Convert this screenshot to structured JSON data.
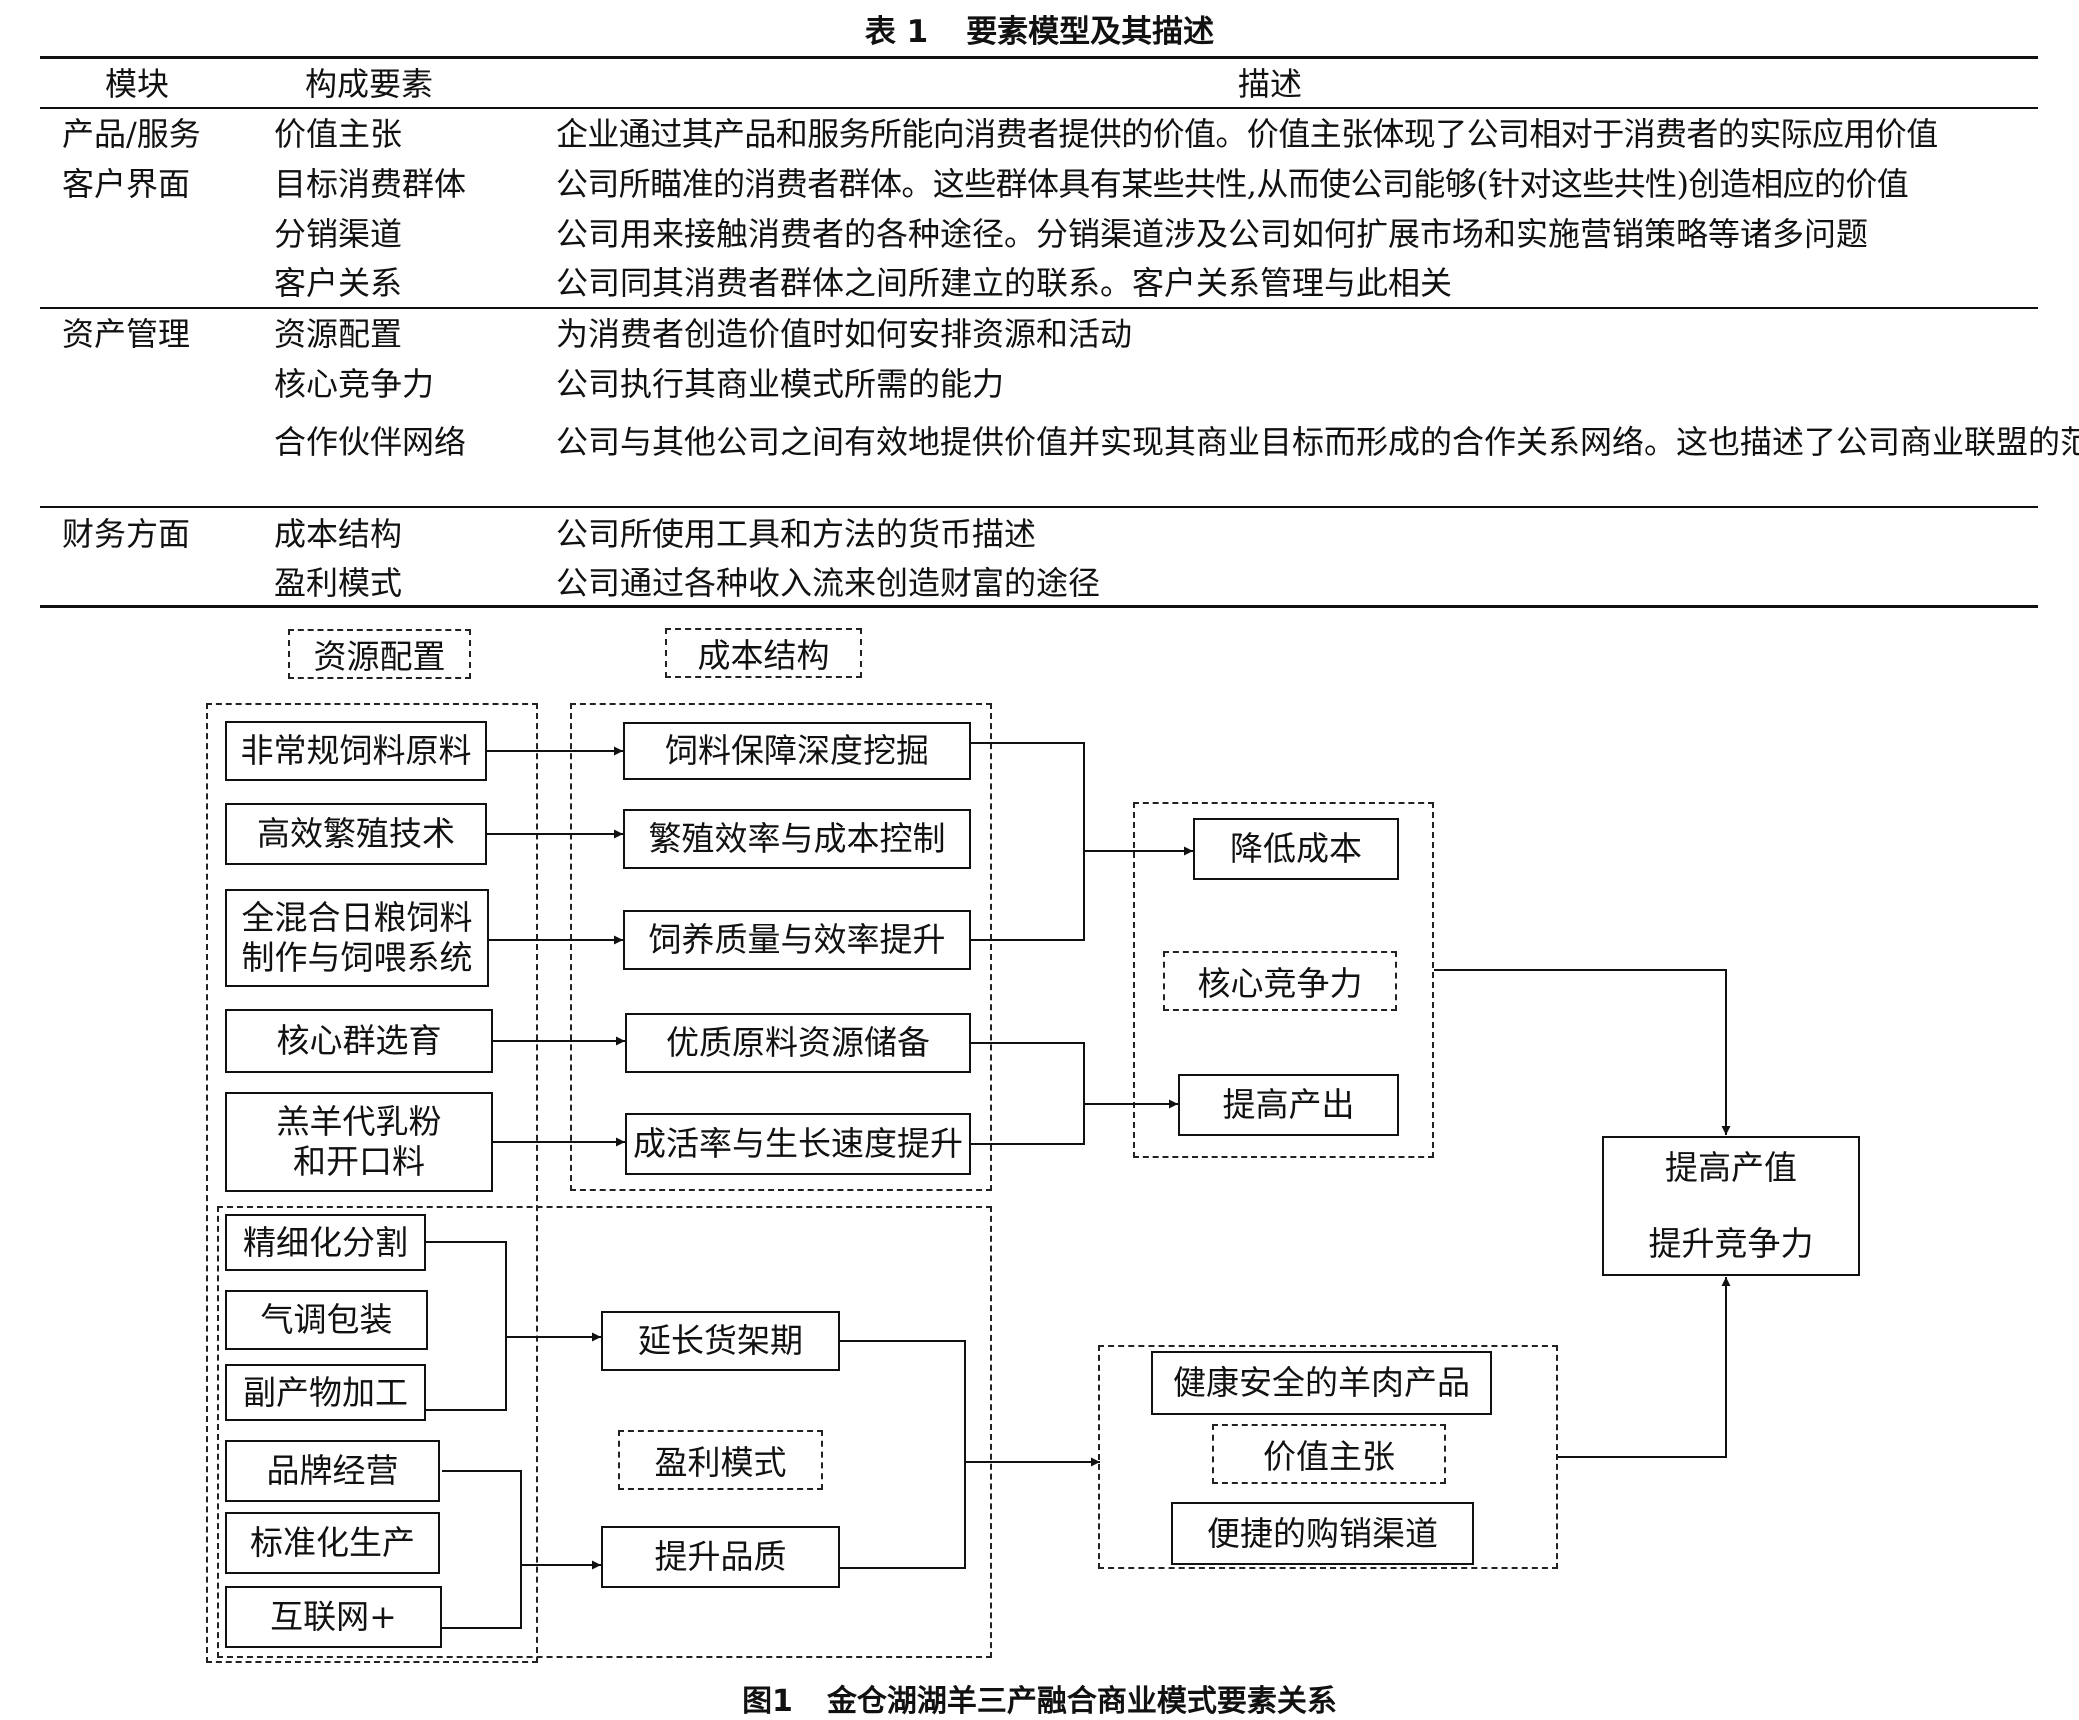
{
  "table": {
    "number": "表 1",
    "title": "要素模型及其描述",
    "headers": {
      "module": "模块",
      "element": "构成要素",
      "description": "描述"
    },
    "rows": [
      {
        "module": "产品/服务",
        "element": "价值主张",
        "description": "企业通过其产品和服务所能向消费者提供的价值。价值主张体现了公司相对于消费者的实际应用价值"
      },
      {
        "module": "客户界面",
        "element": "目标消费群体",
        "description": "公司所瞄准的消费者群体。这些群体具有某些共性,从而使公司能够(针对这些共性)创造相应的价值"
      },
      {
        "module": "",
        "element": "分销渠道",
        "description": "公司用来接触消费者的各种途径。分销渠道涉及公司如何扩展市场和实施营销策略等诸多问题"
      },
      {
        "module": "",
        "element": "客户关系",
        "description": "公司同其消费者群体之间所建立的联系。客户关系管理与此相关"
      },
      {
        "module": "资产管理",
        "element": "资源配置",
        "description": "为消费者创造价值时如何安排资源和活动"
      },
      {
        "module": "",
        "element": "核心竞争力",
        "description": "公司执行其商业模式所需的能力"
      },
      {
        "module": "",
        "element": "合作伙伴网络",
        "description": "公司与其他公司之间有效地提供价值并实现其商业目标而形成的合作关系网络。这也描述了公司商业联盟的范围"
      },
      {
        "module": "财务方面",
        "element": "成本结构",
        "description": "公司所使用工具和方法的货币描述"
      },
      {
        "module": "",
        "element": "盈利模式",
        "description": "公司通过各种收入流来创造财富的途径"
      }
    ]
  },
  "diagram": {
    "group_labels": {
      "resource": "资源配置",
      "cost": "成本结构",
      "core": "核心竞争力",
      "profit": "盈利模式",
      "value": "价值主张"
    },
    "resources": [
      "非常规饲料原料",
      "高效繁殖技术",
      "全混合日粮饲料\n制作与饲喂系统",
      "核心群选育",
      "羔羊代乳粉\n和开口料"
    ],
    "cost_items": [
      "饲料保障深度挖掘",
      "繁殖效率与成本控制",
      "饲养质量与效率提升",
      "优质原料资源储备",
      "成活率与生长速度提升"
    ],
    "core_items": [
      "降低成本",
      "提高产出"
    ],
    "processing_items": [
      "精细化分割",
      "气调包装",
      "副产物加工"
    ],
    "brand_items": [
      "品牌经营",
      "标准化生产",
      "互联网+"
    ],
    "profit_items": [
      "延长货架期",
      "提升品质"
    ],
    "value_items": [
      "健康安全的羊肉产品",
      "便捷的购销渠道"
    ],
    "outcome": [
      "提高产值",
      "提升竞争力"
    ]
  },
  "figure": {
    "number": "图1",
    "caption": "金仓湖湖羊三产融合商业模式要素关系"
  }
}
